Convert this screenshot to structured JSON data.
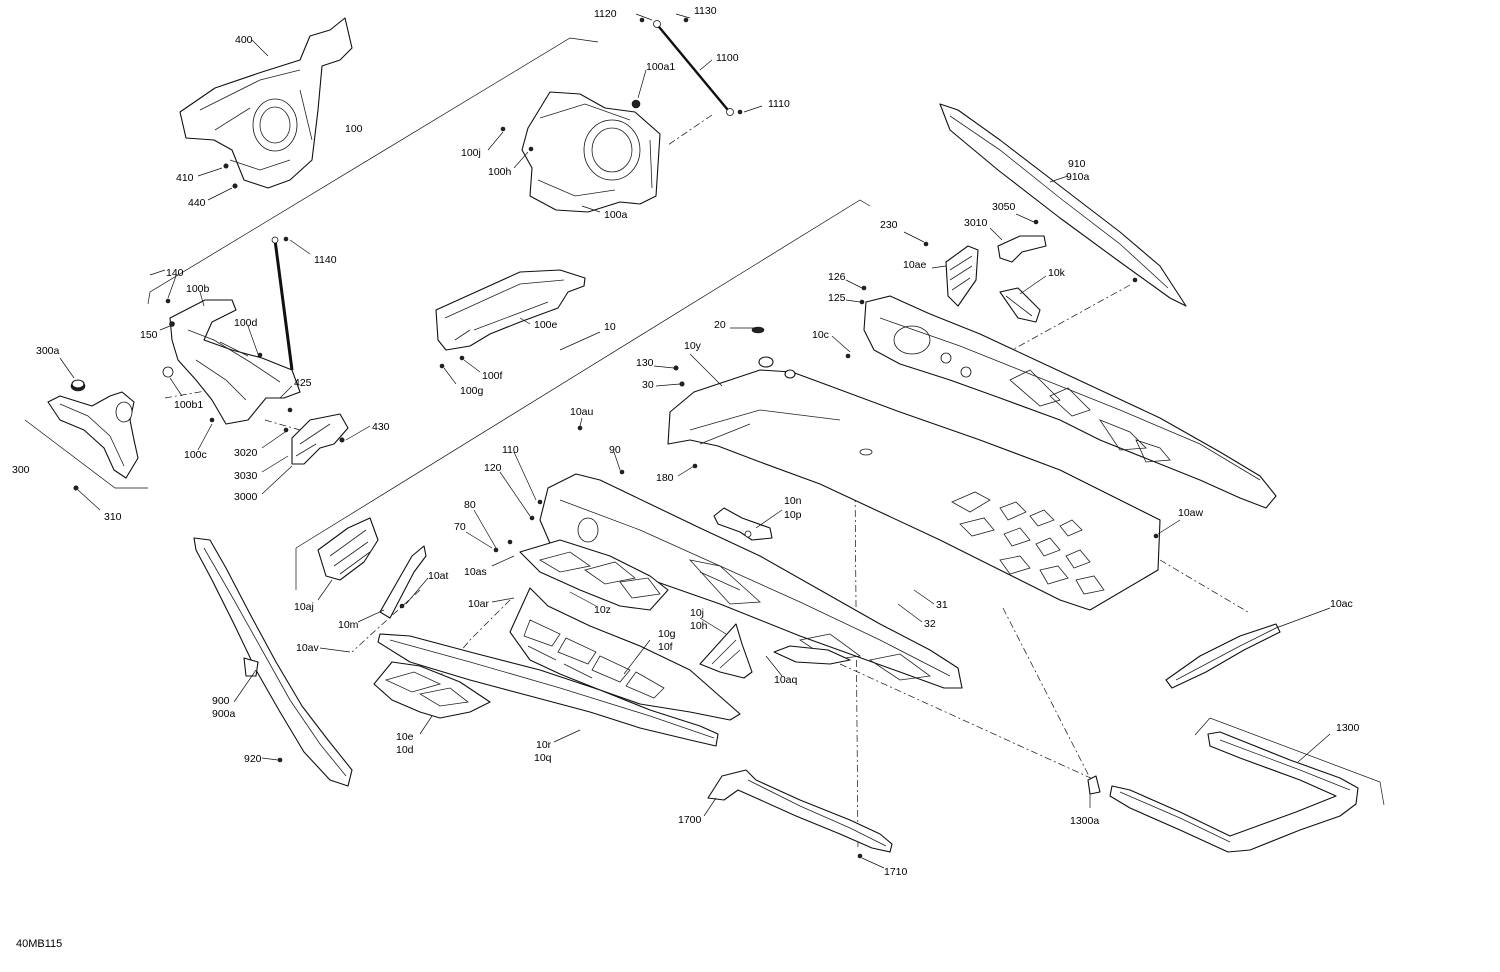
{
  "diagram_code": "40MB115",
  "labels": {
    "l1120": "1120",
    "l1130": "1130",
    "l1100": "1100",
    "l1110": "1110",
    "l100a1": "100a1",
    "l100j": "100j",
    "l100h": "100h",
    "l100a": "100a",
    "l400": "400",
    "l100": "100",
    "l410": "410",
    "l440": "440",
    "l1140": "1140",
    "l140": "140",
    "l100b": "100b",
    "l150": "150",
    "l100d": "100d",
    "l100b1": "100b1",
    "l100c": "100c",
    "l425": "425",
    "l3020": "3020",
    "l430": "430",
    "l3030": "3030",
    "l3000": "3000",
    "l300a": "300a",
    "l300": "300",
    "l310": "310",
    "l100e": "100e",
    "l10": "10",
    "l100f": "100f",
    "l100g": "100g",
    "l910": "910",
    "l910a": "910a",
    "l3050": "3050",
    "l230": "230",
    "l3010": "3010",
    "l10ae": "10ae",
    "l10k": "10k",
    "l126": "126",
    "l125": "125",
    "l20": "20",
    "l10c": "10c",
    "l10y": "10y",
    "l130": "130",
    "l30": "30",
    "l180": "180",
    "l10au": "10au",
    "l110": "110",
    "l90": "90",
    "l120": "120",
    "l80": "80",
    "l70": "70",
    "l10n": "10n",
    "l10p": "10p",
    "l10aw": "10aw",
    "l10as": "10as",
    "l10at": "10at",
    "l10ar": "10ar",
    "l10z": "10z",
    "l10aj": "10aj",
    "l10m": "10m",
    "l31": "31",
    "l32": "32",
    "l10ac": "10ac",
    "l10j": "10j",
    "l10h": "10h",
    "l10g": "10g",
    "l10f": "10f",
    "l10av": "10av",
    "l10aq": "10aq",
    "l900": "900",
    "l900a": "900a",
    "l10e": "10e",
    "l10d": "10d",
    "l10r": "10r",
    "l10q": "10q",
    "l1300": "1300",
    "l920": "920",
    "l1700": "1700",
    "l1300a": "1300a",
    "l1710": "1710"
  },
  "colors": {
    "line": "#111111",
    "background": "#ffffff"
  }
}
